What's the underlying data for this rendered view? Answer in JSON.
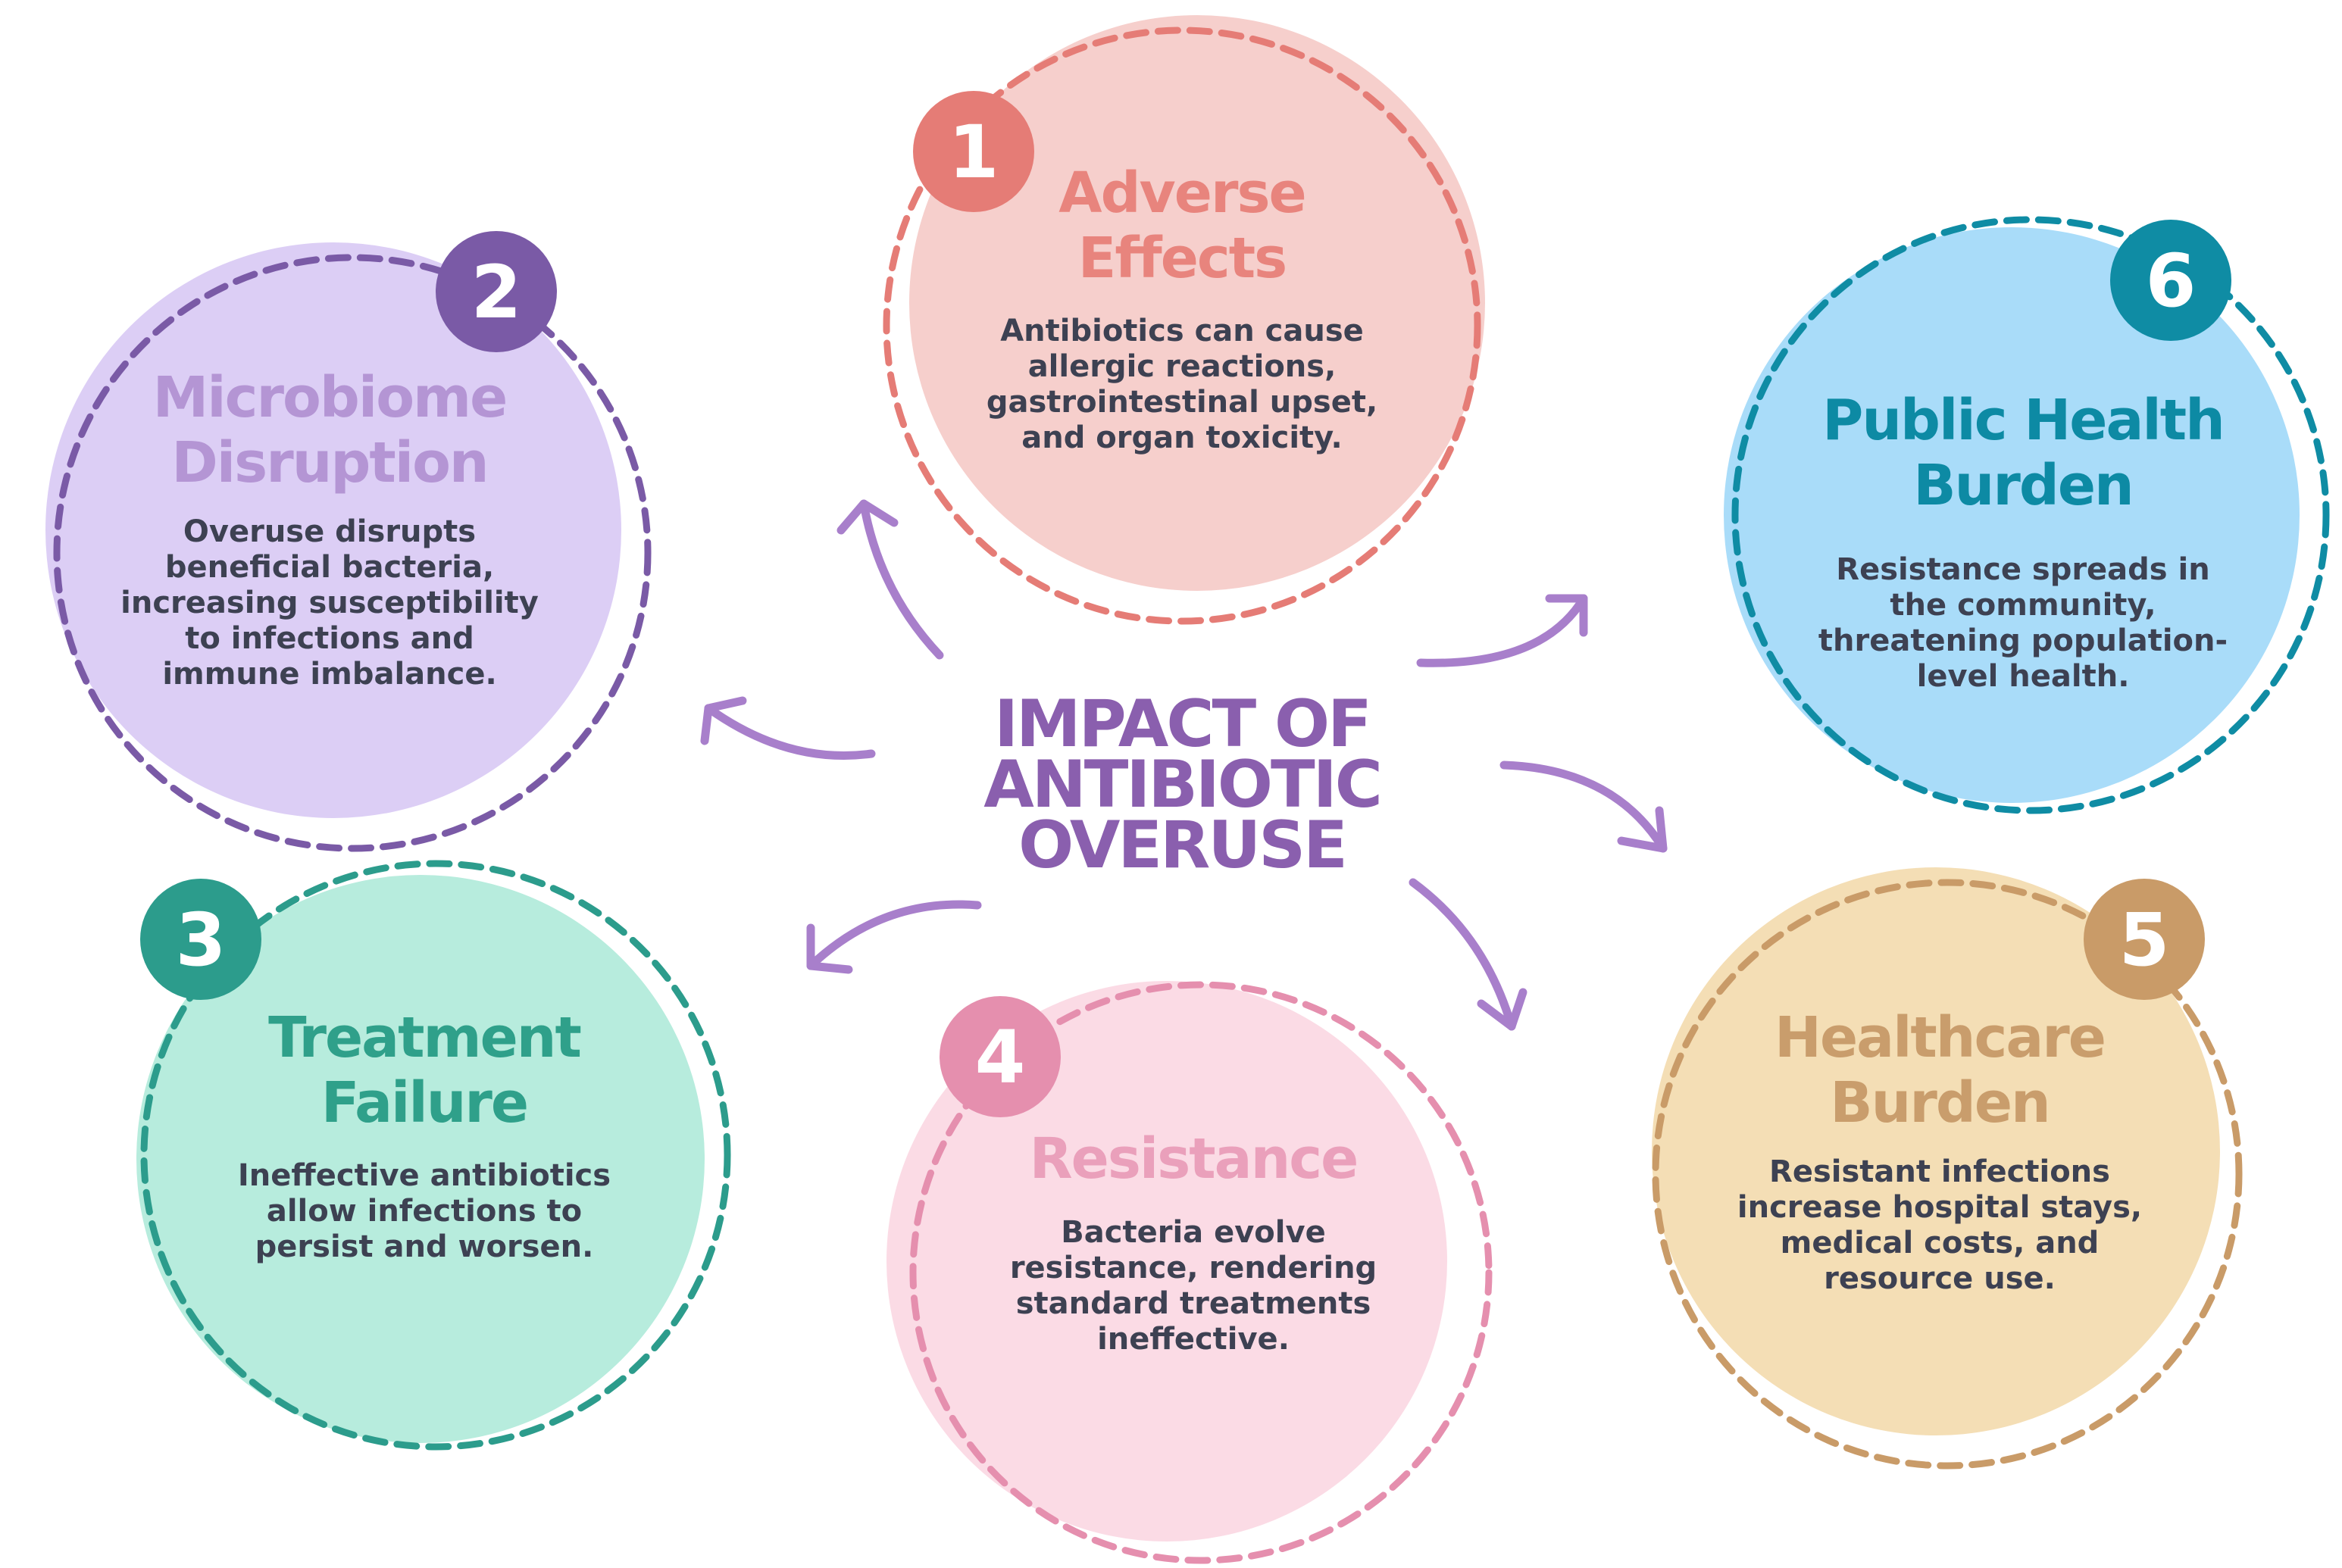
{
  "center_title": [
    "IMPACT OF",
    "ANTIBIOTIC",
    "OVERUSE"
  ],
  "colors": {
    "center_title": "#8a5fae",
    "arrows": "#a87fcb"
  },
  "nodes": [
    {
      "number": "1",
      "title": [
        "Adverse",
        "Effects"
      ],
      "body": [
        "Antibiotics can cause",
        "allergic reactions,",
        "gastrointestinal upset,",
        "and organ toxicity."
      ],
      "fill": "#f6cfcc",
      "accent": "#e57c76",
      "title_color": "#e8847d"
    },
    {
      "number": "2",
      "title": [
        "Microbiome",
        "Disruption"
      ],
      "body": [
        "Overuse disrupts",
        "beneficial bacteria,",
        "increasing susceptibility",
        "to infections and",
        "immune imbalance."
      ],
      "fill": "#dccef5",
      "accent": "#7a5aa6",
      "title_color": "#b495d4"
    },
    {
      "number": "3",
      "title": [
        "Treatment",
        "Failure"
      ],
      "body": [
        "Ineffective antibiotics",
        "allow infections to",
        "persist and worsen."
      ],
      "fill": "#b7ecdd",
      "accent": "#2c9c8c",
      "title_color": "#2fa08a"
    },
    {
      "number": "4",
      "title": [
        "Resistance"
      ],
      "body": [
        "Bacteria evolve",
        "resistance, rendering",
        "standard treatments",
        "ineffective."
      ],
      "fill": "#fbdbe5",
      "accent": "#e58fae",
      "title_color": "#eaa0bb"
    },
    {
      "number": "5",
      "title": [
        "Healthcare",
        "Burden"
      ],
      "body": [
        "Resistant infections",
        "increase hospital stays,",
        "medical costs, and",
        "resource use."
      ],
      "fill": "#f4deb5",
      "accent": "#c99b68",
      "title_color": "#c99d6c"
    },
    {
      "number": "6",
      "title": [
        "Public Health",
        "Burden"
      ],
      "body": [
        "Resistance spreads in",
        "the community,",
        "threatening population-",
        "level health."
      ],
      "fill": "#a9dcf9",
      "accent": "#0f8ca4",
      "title_color": "#0d8aa4"
    }
  ]
}
